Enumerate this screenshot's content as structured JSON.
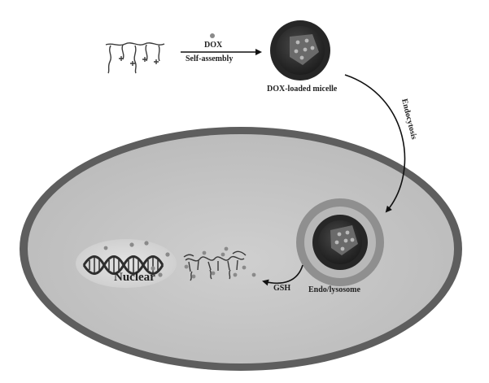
{
  "figure": {
    "labels": {
      "dox": "DOX",
      "self_assembly": "Self-assembly",
      "micelle": "DOX-loaded micelle",
      "endocytosis": "Endocytosis",
      "endo_lysosome": "Endo/lysosome",
      "gsh": "GSH",
      "nuclear": "Nuclear"
    },
    "colors": {
      "cell_membrane": "#5e5e5e",
      "cytoplasm": "#c6c6c6",
      "micelle_core": "#3a3a3a",
      "micelle_shell": "#262626",
      "drug_dot": "#8a8a8a",
      "lysosome": "#8f8f8f",
      "dna_strand": "#2e2e2e",
      "arrow": "#111111"
    },
    "icons": [
      "polymer-chain-icon",
      "drug-molecule-icon",
      "micelle-icon",
      "dna-helix-icon",
      "arrow-icon"
    ]
  }
}
